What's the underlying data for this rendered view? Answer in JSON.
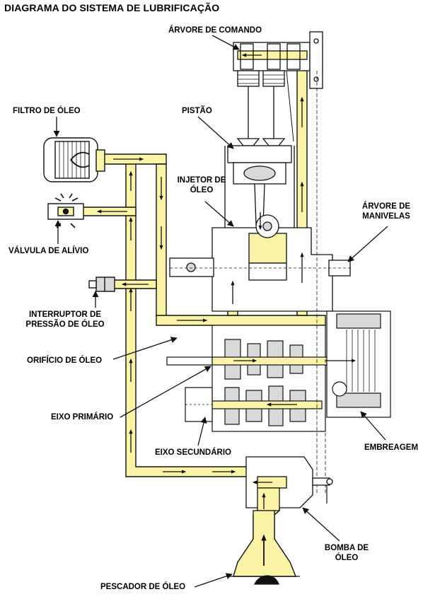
{
  "title": "DIAGRAMA DO SISTEMA DE LUBRIFICAÇÃO",
  "labels": {
    "camshaft": "ÁRVORE DE COMANDO",
    "oil_filter": "FILTRO DE ÓLEO",
    "piston": "PISTÃO",
    "oil_jet_line1": "INJETOR DE",
    "oil_jet_line2": "ÓLEO",
    "crankshaft_line1": "ÁRVORE DE",
    "crankshaft_line2": "MANIVELAS",
    "relief_valve": "VÁLVULA DE ALÍVIO",
    "pressure_switch_line1": "INTERRUPTOR DE",
    "pressure_switch_line2": "PRESSÃO DE ÓLEO",
    "oil_orifice": "ORIFÍCIO DE ÓLEO",
    "mainshaft": "EIXO PRIMÁRIO",
    "countershaft": "EIXO SECUNDÁRIO",
    "clutch": "EMBREAGEM",
    "oil_pump_line1": "BOMBA DE",
    "oil_pump_line2": "ÓLEO",
    "strainer": "PESCADOR DE ÓLEO"
  },
  "colors": {
    "oil": "#fbf3a6",
    "line": "#111111",
    "part_fill": "#ffffff",
    "part_shade": "#d9d9d9"
  }
}
